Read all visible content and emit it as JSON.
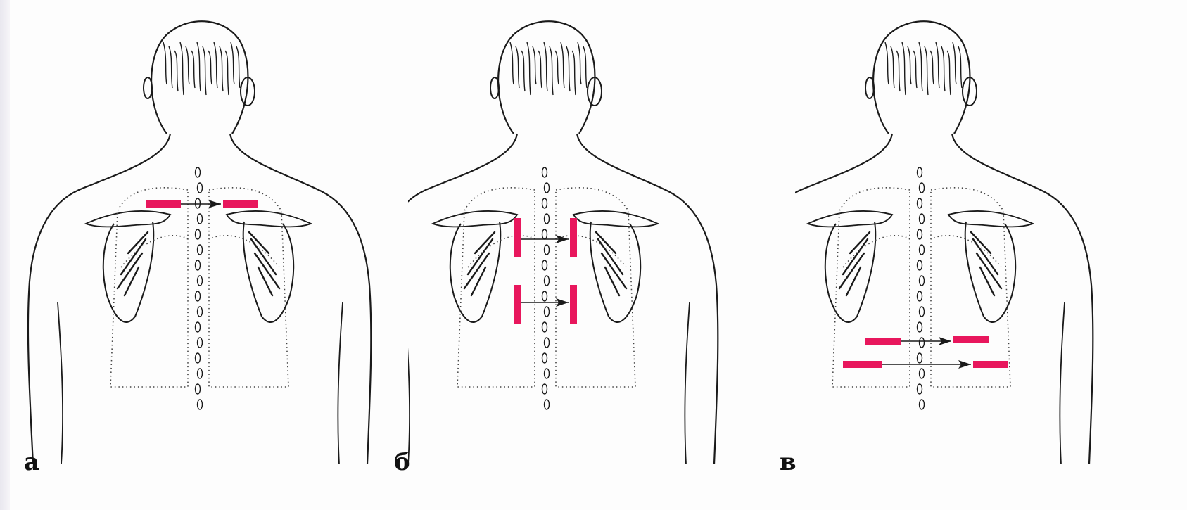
{
  "figure": {
    "panels": [
      {
        "id": "a",
        "label": "а",
        "mark_orientation": "horizontal",
        "mark_pairs": 1
      },
      {
        "id": "b",
        "label": "б",
        "mark_orientation": "vertical",
        "mark_pairs": 2
      },
      {
        "id": "c",
        "label": "в",
        "mark_orientation": "horizontal",
        "mark_pairs": 2
      }
    ],
    "colors": {
      "marker": "#e8175d",
      "ink": "#1a1a1a",
      "dotted": "#444444",
      "background": "#fdfdfd"
    }
  }
}
